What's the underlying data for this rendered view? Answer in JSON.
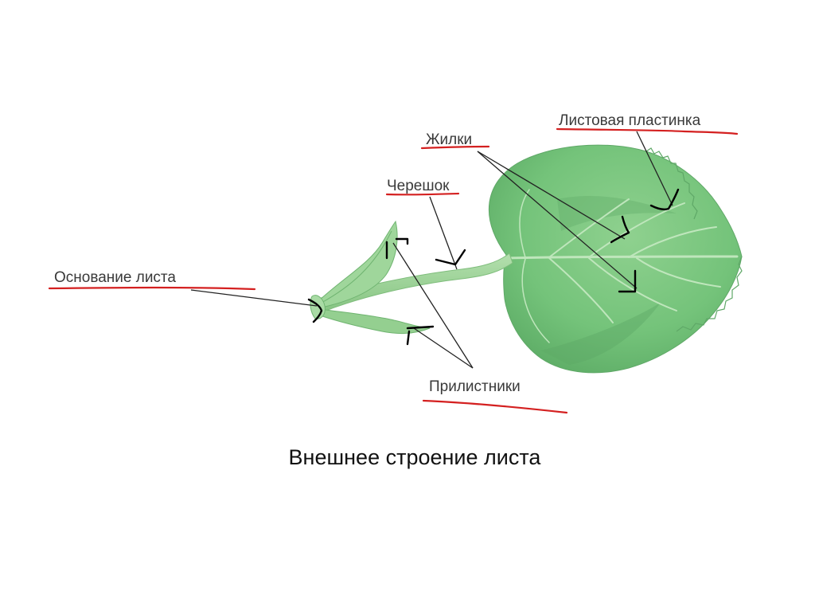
{
  "labels": {
    "leaf_blade": "Листовая пластинка",
    "veins": "Жилки",
    "petiole": "Черешок",
    "leaf_base": "Основание листа",
    "stipules": "Прилистники"
  },
  "caption": "Внешнее строение листа",
  "colors": {
    "leaf_light": "#8fd18f",
    "leaf_mid": "#6bbb72",
    "leaf_dark": "#4e9e58",
    "vein": "#b7e3b5",
    "stalk": "#9ed49a",
    "leader_line": "#222222",
    "underline": "#d42020",
    "marker": "#000000"
  },
  "icons": {
    "leaf": "leaf-illustration"
  }
}
